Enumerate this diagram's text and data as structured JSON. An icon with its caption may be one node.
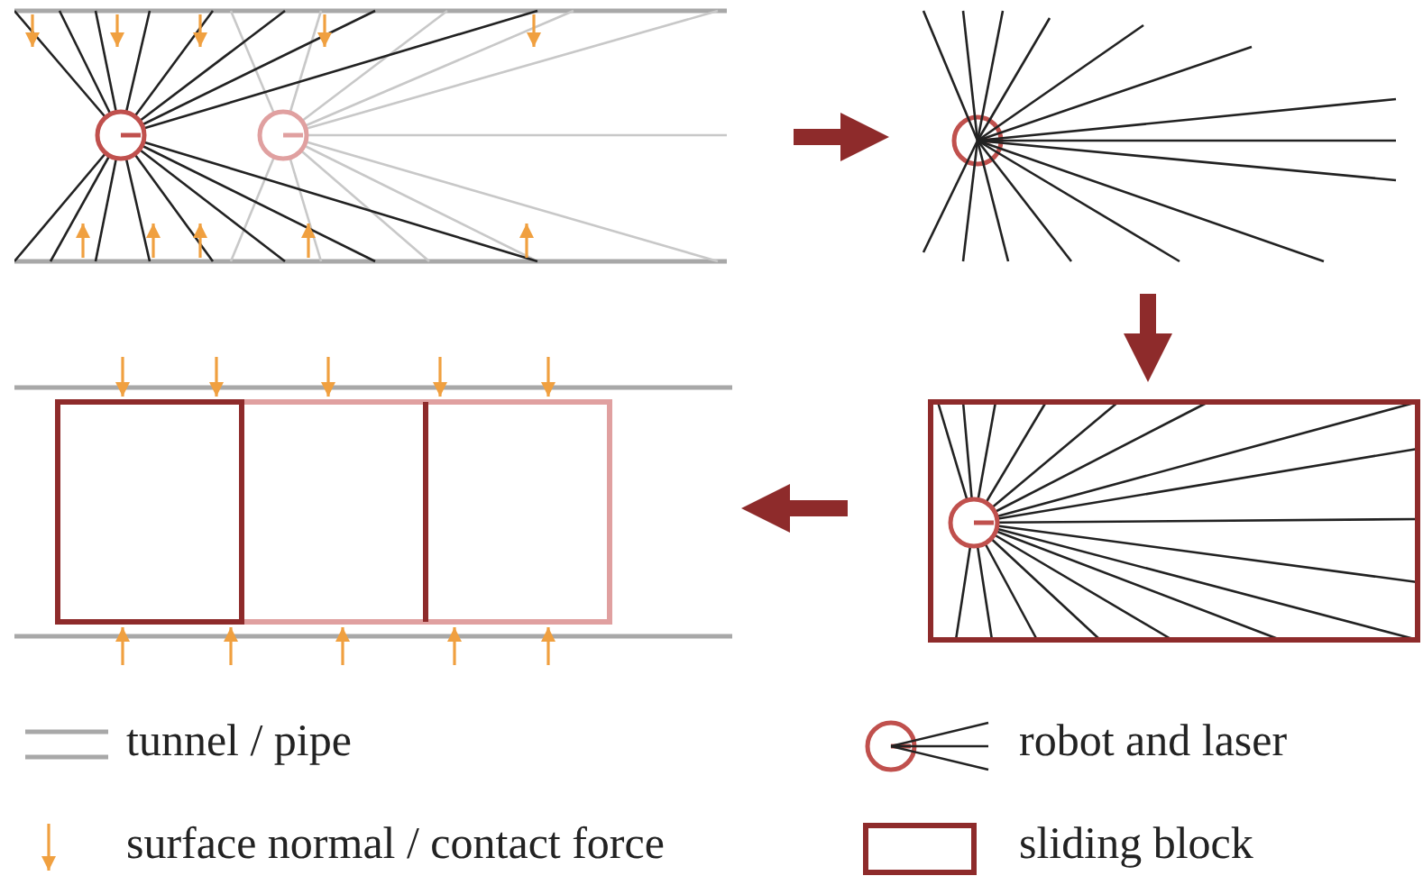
{
  "diagram": {
    "nodes": [
      {
        "text": [],
        "shape": "picture"
      },
      {
        "text": [],
        "shape": "picture"
      },
      {
        "text": [],
        "shape": "picture"
      },
      {
        "text": [],
        "shape": "picture"
      }
    ],
    "edges": [
      {
        "from": 0,
        "to": 1,
        "arrow": "to"
      },
      {
        "from": 1,
        "to": 2,
        "arrow": "to"
      },
      {
        "from": 2,
        "to": 3,
        "arrow": "to"
      }
    ],
    "legend": [
      {
        "text": "tunnel / pipe"
      },
      {
        "text": "robot and laser"
      },
      {
        "text": "surface normal / contact force"
      },
      {
        "text": "sliding block"
      }
    ]
  }
}
